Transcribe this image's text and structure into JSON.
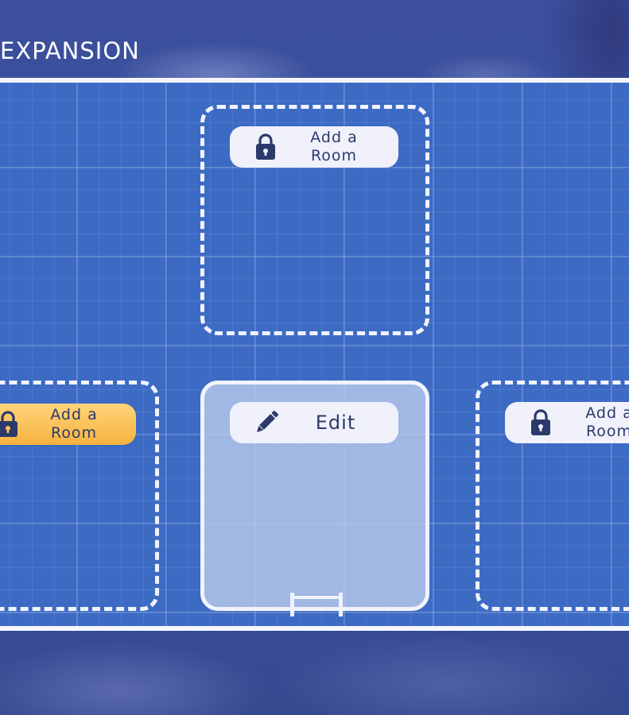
{
  "header": {
    "title": "EXPANSION"
  },
  "slots": {
    "top": {
      "label": "Add a\nRoom",
      "state": "locked",
      "icon": "lock-icon"
    },
    "left": {
      "label": "Add a\nRoom",
      "state": "locked-highlighted",
      "icon": "lock-icon"
    },
    "center": {
      "label": "Edit",
      "state": "active",
      "icon": "pencil-icon"
    },
    "right": {
      "label": "Add a\nRoom",
      "state": "locked",
      "icon": "lock-icon"
    }
  },
  "colors": {
    "board": "#3d6bc4",
    "background": "#3a52a0",
    "pill": "#f0f1fb",
    "pill_highlight": "#f6b23e",
    "pill_text": "#2c3a6b",
    "outline": "#f1f3ff"
  }
}
